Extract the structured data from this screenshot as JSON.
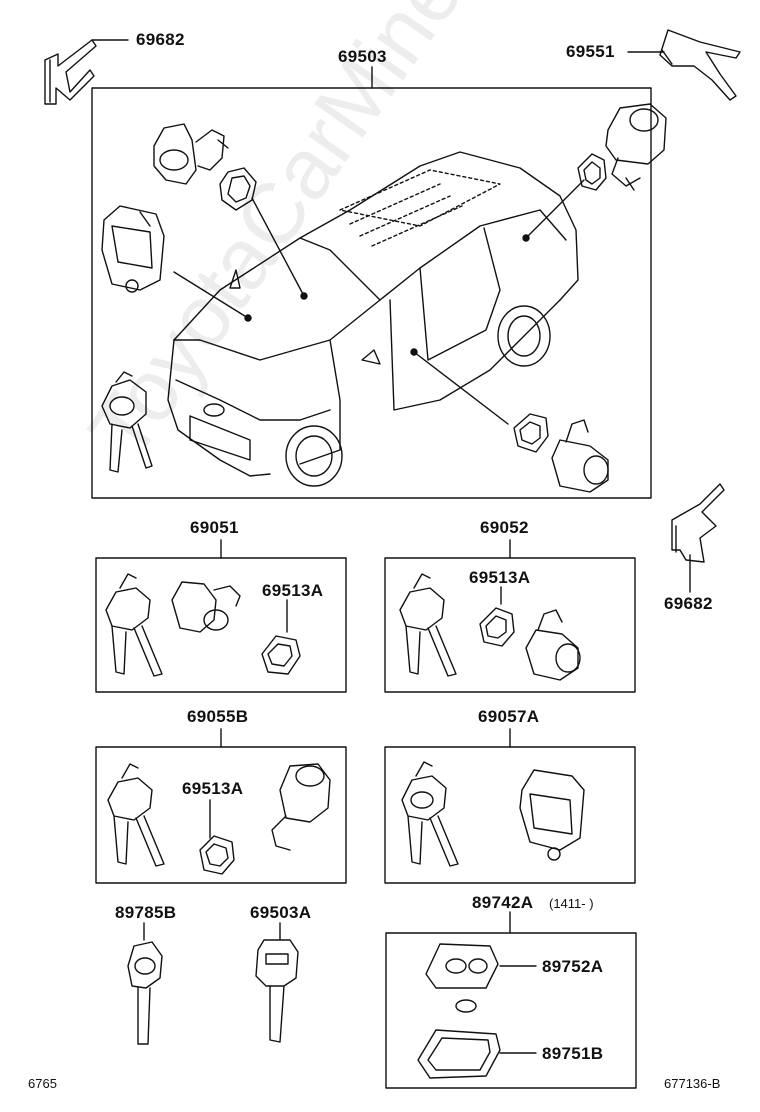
{
  "labels": {
    "clip_top_left": "69682",
    "main_assembly": "69503",
    "clip_top_right": "69551",
    "set_a": "69051",
    "set_b": "69052",
    "clip_right": "69682",
    "ring_a": "69513A",
    "ring_b": "69513A",
    "set_c": "69055B",
    "set_d": "69057A",
    "ring_c": "69513A",
    "key_a": "89785B",
    "key_b": "69503A",
    "transmitter": "89742A",
    "transmitter_date": "(1411-      )",
    "cover": "89752A",
    "case": "89751B"
  },
  "footer": {
    "left_code": "6765",
    "right_code": "677136-B"
  },
  "watermark": "ToyotaCarMine.ru",
  "colors": {
    "line": "#111111",
    "background": "#ffffff"
  }
}
